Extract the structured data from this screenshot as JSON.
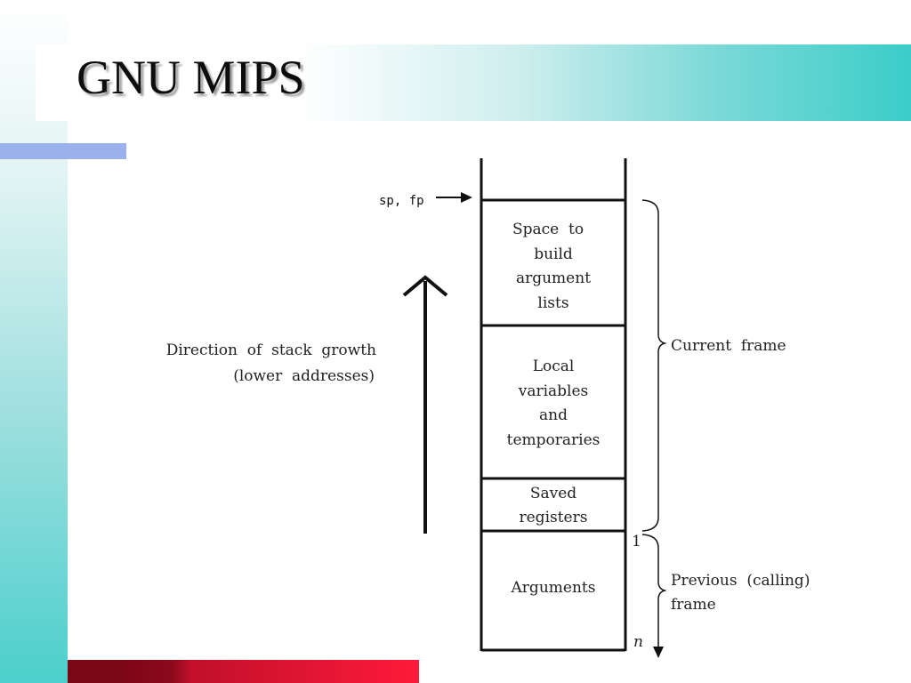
{
  "slide": {
    "title": "GNU MIPS"
  },
  "diagram": {
    "pointer_label": "sp, fp",
    "growth_label_line1": "Direction  of  stack  growth",
    "growth_label_line2": "(lower  addresses)",
    "stack_cells": [
      {
        "lines": [
          "Space  to",
          "build",
          "argument",
          "lists"
        ]
      },
      {
        "lines": [
          "Local",
          "variables",
          "and",
          "temporaries"
        ]
      },
      {
        "lines": [
          "Saved",
          "registers"
        ]
      },
      {
        "lines": [
          "Arguments"
        ]
      }
    ],
    "current_frame_label": "Current  frame",
    "previous_frame_line1": "Previous  (calling)",
    "previous_frame_line2": "frame",
    "index_first": "1",
    "index_last": "n"
  }
}
